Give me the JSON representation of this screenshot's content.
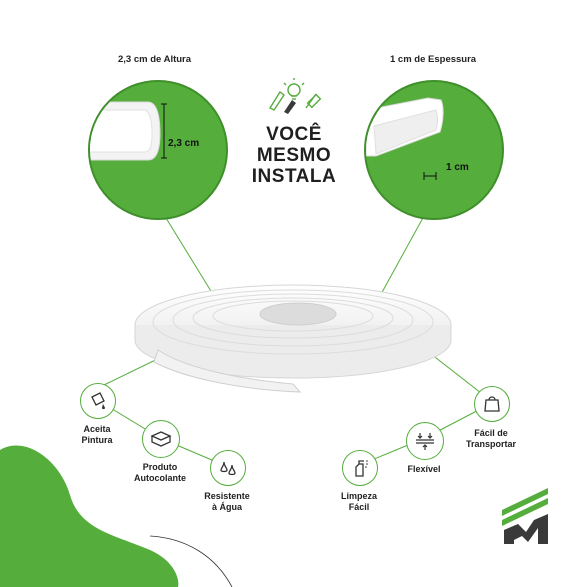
{
  "labels": {
    "height_title": "2,3 cm de Altura",
    "thickness_title": "1 cm de Espessura",
    "height_measure": "2,3 cm",
    "thickness_measure": "1 cm"
  },
  "headline": [
    "VOCÊ",
    "MESMO",
    "INSTALA"
  ],
  "features_left": [
    {
      "lines": [
        "Aceita",
        "Pintura"
      ],
      "icon": "paint-bucket-icon"
    },
    {
      "lines": [
        "Produto",
        "Autocolante"
      ],
      "icon": "adhesive-tape-icon"
    },
    {
      "lines": [
        "Resistente",
        "à Água"
      ],
      "icon": "water-drops-icon"
    }
  ],
  "features_right": [
    {
      "lines": [
        "Limpeza",
        "Fácil"
      ],
      "icon": "cleaning-spray-icon"
    },
    {
      "lines": [
        "Flexível"
      ],
      "icon": "flex-arrows-icon"
    },
    {
      "lines": [
        "Fácil de",
        "Transportar"
      ],
      "icon": "bag-icon"
    }
  ],
  "colors": {
    "accent": "#55ad3c",
    "accent_dark": "#3f8f2b",
    "text": "#222222",
    "logo": "#3a3a3a"
  },
  "logo_icon": "brand-m-logo-icon"
}
